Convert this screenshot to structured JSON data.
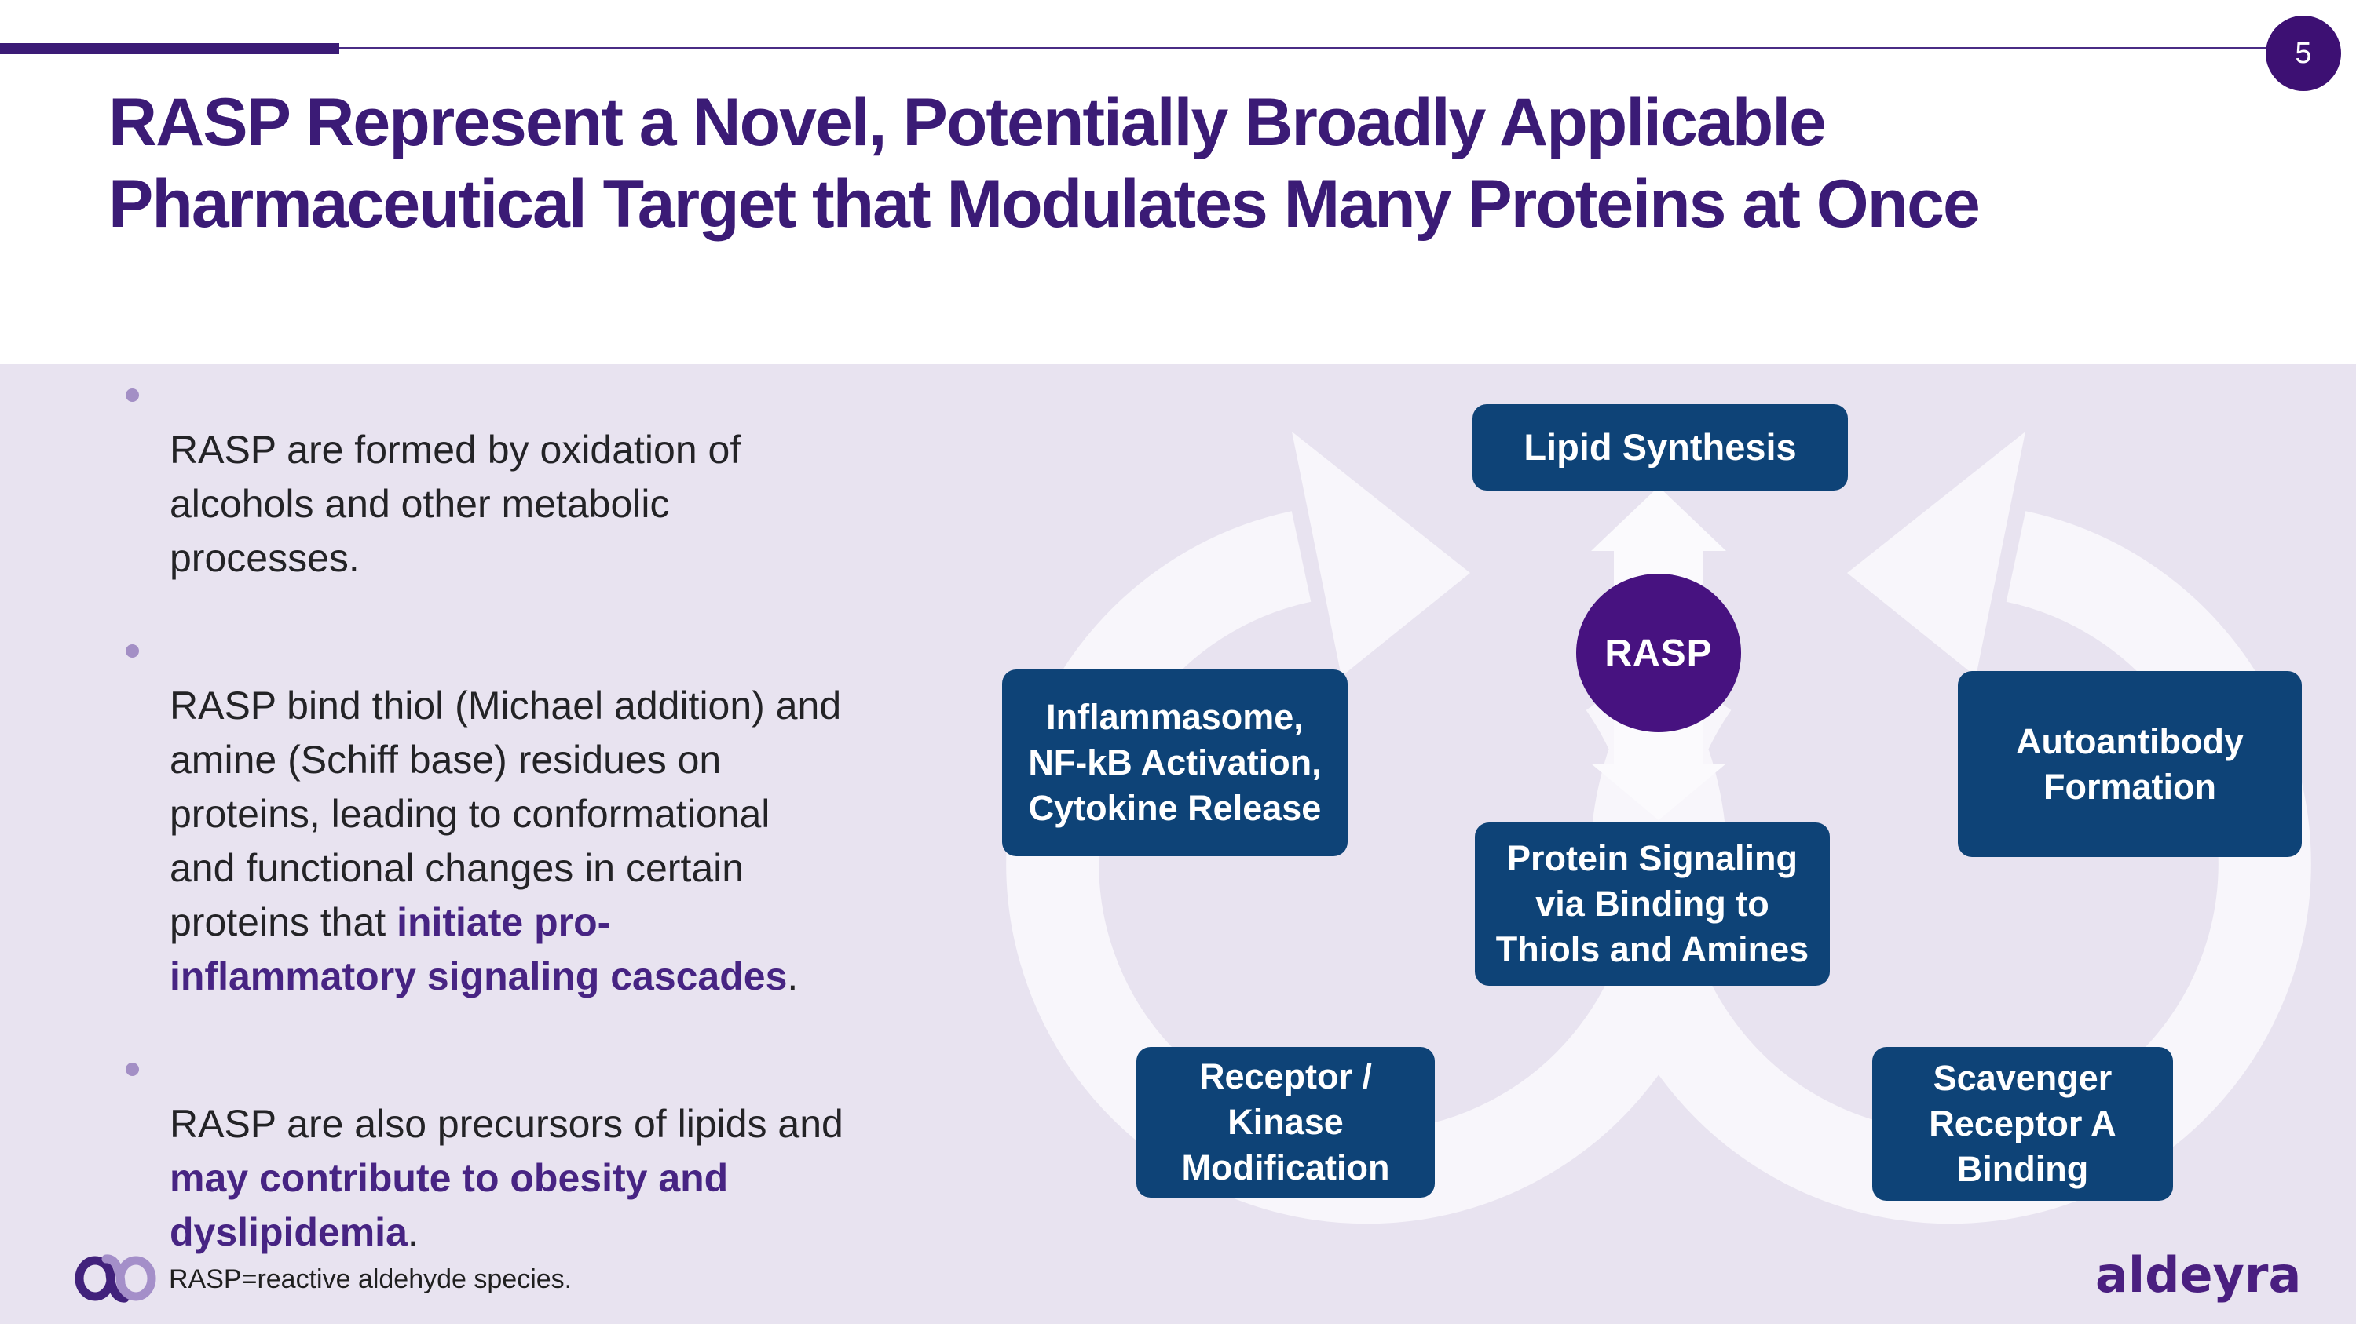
{
  "header": {
    "page_number": "5",
    "title": "RASP Represent a Novel, Potentially Broadly Applicable\nPharmaceutical Target that Modulates Many Proteins at Once"
  },
  "bullets": [
    {
      "pre": "RASP are formed by oxidation of\nalcohols and other metabolic\nprocesses.",
      "highlight": "",
      "post": ""
    },
    {
      "pre": "RASP bind thiol (Michael addition) and\namine (Schiff base) residues on\nproteins, leading to conformational\nand functional changes in certain\nproteins that ",
      "highlight": "initiate pro-\ninflammatory signaling cascades",
      "post": "."
    },
    {
      "pre": "RASP are also precursors of lipids and\n",
      "highlight": "may contribute to obesity and\ndyslipidemia",
      "post": "."
    }
  ],
  "diagram": {
    "center_label": "RASP",
    "boxes": {
      "lipid": "Lipid Synthesis",
      "inflammasome": "Inflammasome,\nNF-kB Activation,\nCytokine Release",
      "autoantibody": "Autoantibody\nFormation",
      "protein": "Protein Signaling\nvia Binding to\nThiols and Amines",
      "receptor": "Receptor /\nKinase\nModification",
      "scavenger": "Scavenger\nReceptor A\nBinding"
    }
  },
  "footer": {
    "footnote": "RASP=reactive aldehyde species.",
    "wordmark": "aldeyra"
  },
  "colors": {
    "title_purple": "#3b1b76",
    "highlight_purple": "#472483",
    "box_navy": "#0e4377",
    "rasp_circle_purple": "#471280",
    "body_lavender": "#e8e3f0",
    "arrow_white": "#f9f7fc",
    "page_circle_purple": "#3d1073",
    "bullet_dot_purple": "#a38fc5",
    "logo_dark_purple": "#41217b",
    "logo_light_purple": "#a48fc9",
    "wordmark_purple": "#4a1f80"
  }
}
